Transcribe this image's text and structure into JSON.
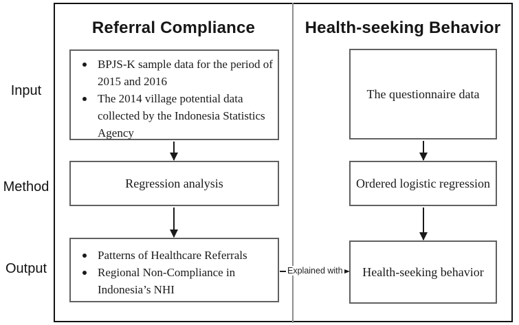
{
  "diagram": {
    "row_labels": [
      {
        "label": "Input"
      },
      {
        "label": "Method"
      },
      {
        "label": "Output"
      }
    ],
    "columns": [
      {
        "header": "Referral Compliance",
        "input_bullets": [
          "BPJS-K sample data for the period of 2015 and 2016",
          "The 2014 village potential data collected by the Indonesia Statistics Agency"
        ],
        "method": "Regression analysis",
        "output_bullets": [
          "Patterns of Healthcare Referrals",
          "Regional Non-Compliance in Indonesia’s NHI"
        ]
      },
      {
        "header": "Health-seeking Behavior",
        "input": "The questionnaire data",
        "method": "Ordered logistic regression",
        "output": "Health-seeking behavior"
      }
    ],
    "connector_label": "Explained with",
    "colors": {
      "outer_border": "#111111",
      "box_border": "#606060",
      "divider": "#8c8c8c",
      "arrow": "#1a1a1a",
      "text": "#1a1a1a"
    }
  }
}
